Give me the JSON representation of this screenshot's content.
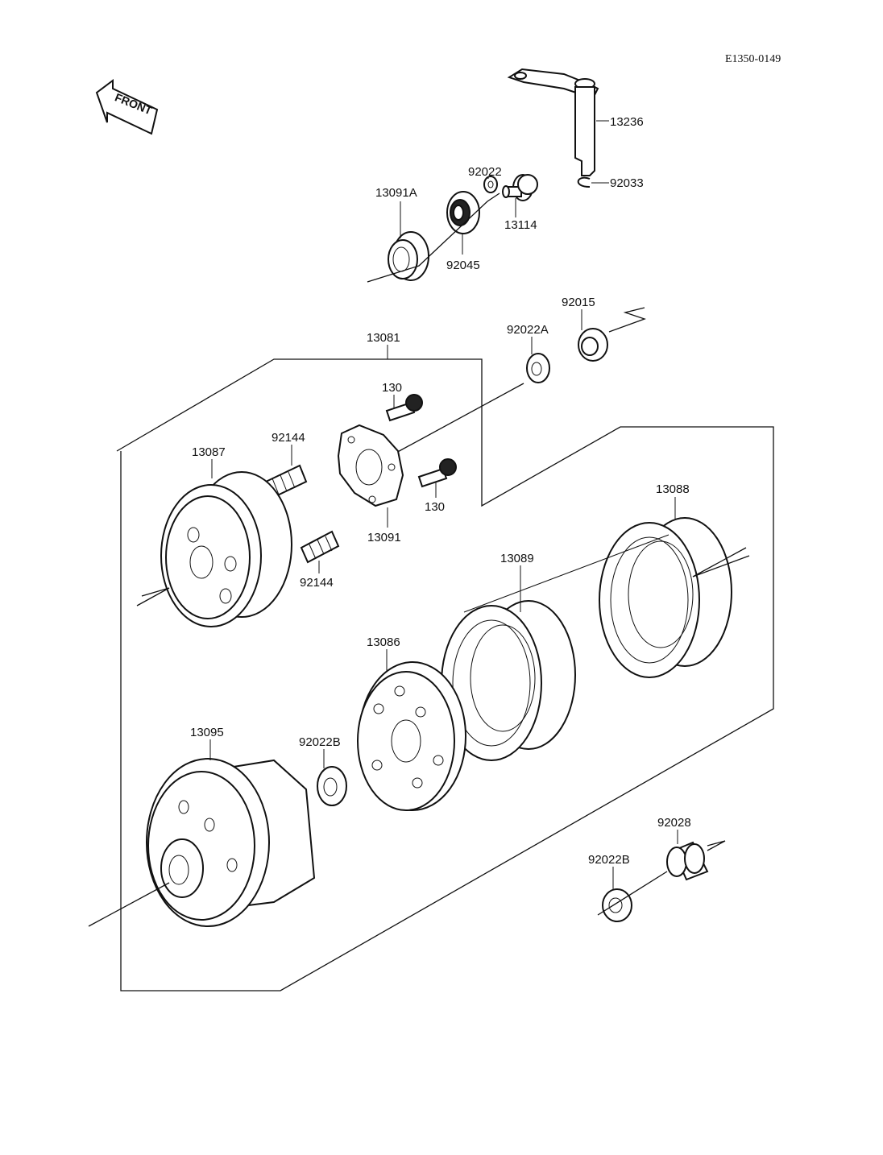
{
  "diagram_code": "E1350-0149",
  "front_label": "FRONT",
  "parts": {
    "p13236": "13236",
    "p92022": "92022",
    "p92033": "92033",
    "p13091A": "13091A",
    "p13114": "13114",
    "p92045": "92045",
    "p92015": "92015",
    "p92022A": "92022A",
    "p13081": "13081",
    "p130a": "130",
    "p130b": "130",
    "p92144a": "92144",
    "p92144b": "92144",
    "p13087": "13087",
    "p13091": "13091",
    "p13088": "13088",
    "p13089": "13089",
    "p13086": "13086",
    "p13095": "13095",
    "p92022B_a": "92022B",
    "p92022B_b": "92022B",
    "p92028": "92028"
  }
}
